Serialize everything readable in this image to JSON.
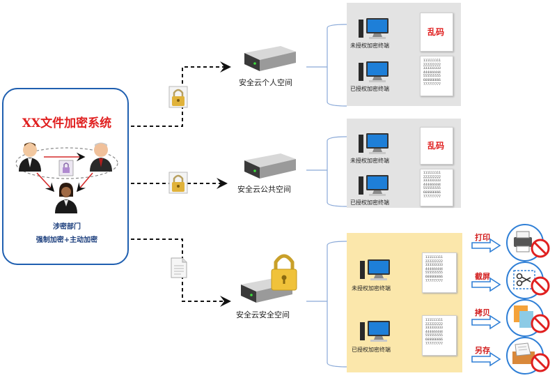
{
  "system": {
    "title": "XX文件加密系统",
    "dept": "涉密部门",
    "mode": "强制加密+主动加密"
  },
  "spaces": [
    {
      "label": "安全云个人空间",
      "unauthorized": "未授权加密终端",
      "authorized": "已授权加密终端",
      "garbled": "乱码"
    },
    {
      "label": "安全云公共空间",
      "unauthorized": "未授权加密终端",
      "authorized": "已授权加密终端",
      "garbled": "乱码"
    },
    {
      "label": "安全云安全空间",
      "unauthorized": "未授权加密终端",
      "authorized": "已授权加密终端"
    }
  ],
  "doc_lines": [
    "111111111",
    "222222222",
    "333333333",
    "444444444",
    "555555555",
    "666666666",
    "777777777"
  ],
  "actions": [
    {
      "label": "打印",
      "icon": "printer-icon"
    },
    {
      "label": "截屏",
      "icon": "scissors-icon"
    },
    {
      "label": "拷贝",
      "icon": "copy-icon"
    },
    {
      "label": "另存",
      "icon": "save-as-icon"
    }
  ],
  "colors": {
    "border_blue": "#1f5fb0",
    "title_red": "#e02020",
    "gray_panel": "#e3e3e3",
    "yellow_panel": "#fbe7ab",
    "arrow_blue": "#2f7fd6",
    "forbid_red": "#e02020"
  }
}
